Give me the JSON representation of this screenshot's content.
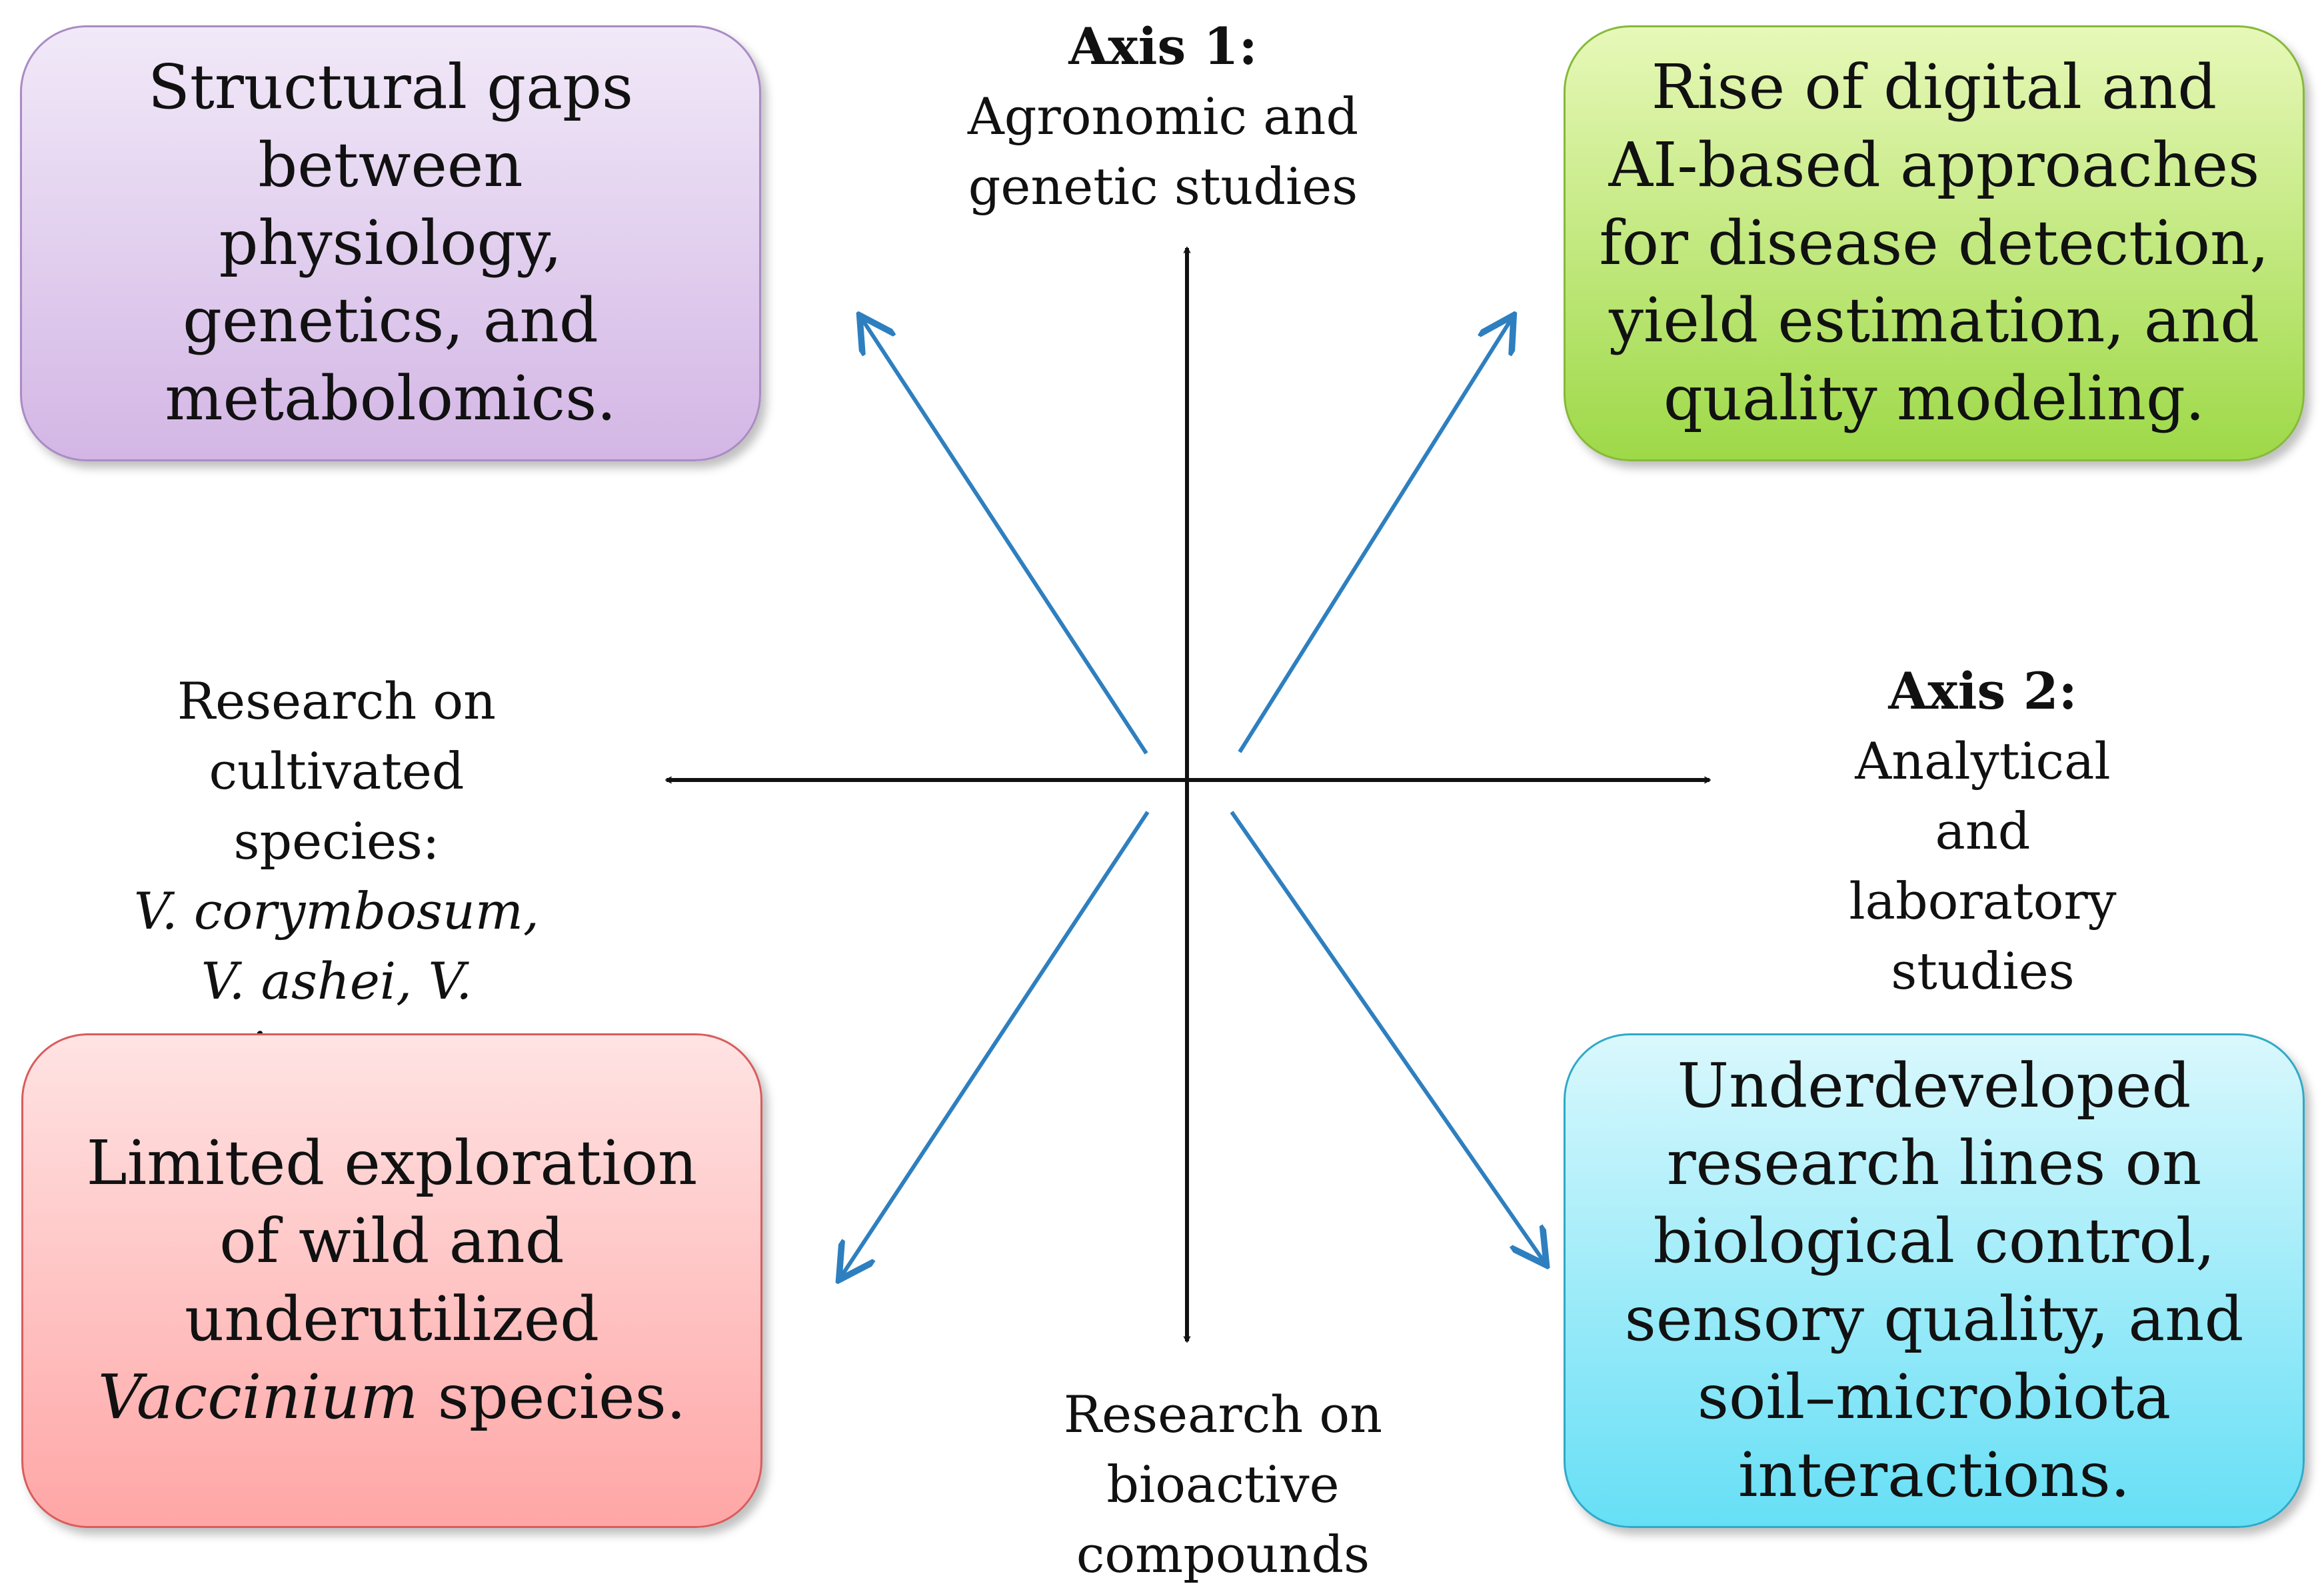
{
  "axes": {
    "top": {
      "title": "Axis 1:",
      "text": "Agronomic and genetic studies"
    },
    "right": {
      "title": "Axis 2:",
      "text": "Analytical and laboratory studies"
    },
    "left": {
      "text_pre": "Research on cultivated species:",
      "species": "V. corymbosum, V. ashei, V. virgatum"
    },
    "bottom": {
      "text": "Research on bioactive compounds"
    }
  },
  "boxes": {
    "top_left": {
      "text": "Structural gaps between physiology, genetics, and metabolomics."
    },
    "top_right": {
      "text": "Rise of digital and AI-based approaches for disease detection, yield estimation, and quality modeling."
    },
    "bottom_left": {
      "text_italic": "Vaccinium",
      "text_pre": "Limited exploration of wild and underutilized",
      "text_post": "species."
    },
    "bottom_right": {
      "text": "Underdeveloped research lines on biological control, sensory quality, and soil–microbiota interactions."
    }
  },
  "colors": {
    "axis_arrow": "#111111",
    "diagonal_arrow": "#2e7fbf",
    "top_left_fill": "#d3b6e5",
    "top_right_fill": "#9ed948",
    "bottom_left_fill": "#ffa6a6",
    "bottom_right_fill": "#66dff5"
  }
}
